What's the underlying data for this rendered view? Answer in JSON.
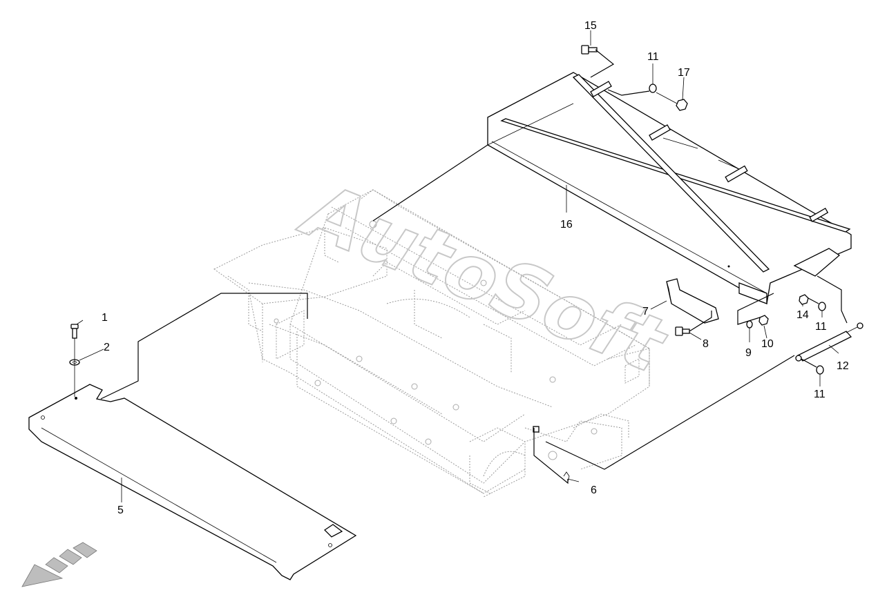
{
  "watermark": "AutoSoft",
  "callouts": [
    {
      "id": "1",
      "label": "1"
    },
    {
      "id": "2",
      "label": "2"
    },
    {
      "id": "5",
      "label": "5"
    },
    {
      "id": "6",
      "label": "6"
    },
    {
      "id": "7",
      "label": "7"
    },
    {
      "id": "8",
      "label": "8"
    },
    {
      "id": "9",
      "label": "9"
    },
    {
      "id": "10",
      "label": "10"
    },
    {
      "id": "11a",
      "label": "11"
    },
    {
      "id": "11b",
      "label": "11"
    },
    {
      "id": "11c",
      "label": "11"
    },
    {
      "id": "12",
      "label": "12"
    },
    {
      "id": "14",
      "label": "14"
    },
    {
      "id": "15",
      "label": "15"
    },
    {
      "id": "16",
      "label": "16"
    },
    {
      "id": "17",
      "label": "17"
    }
  ],
  "direction_indicator": {
    "icon": "forward-direction-arrow-icon"
  }
}
